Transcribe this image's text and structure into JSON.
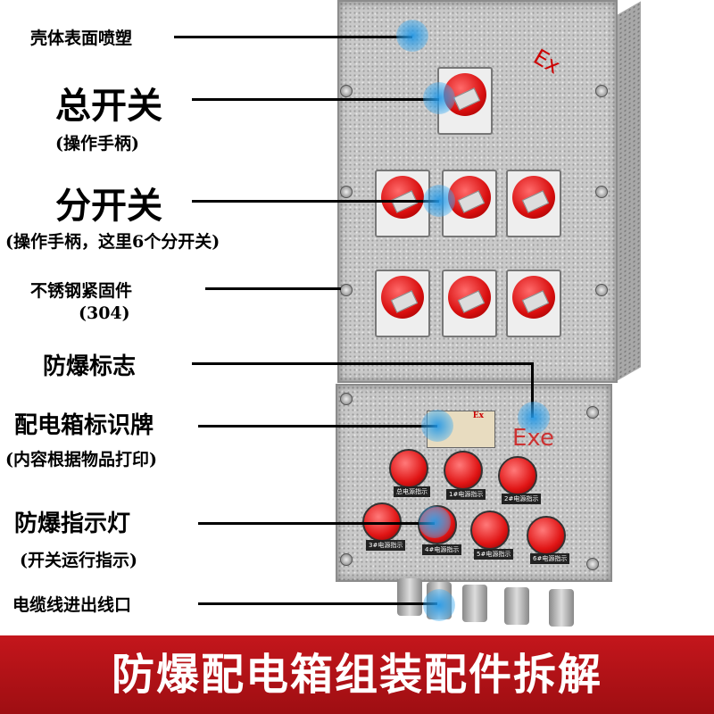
{
  "labels": {
    "shell": "壳体表面喷塑",
    "main_switch": "总开关",
    "main_switch_note": "(操作手柄)",
    "sub_switch": "分开关",
    "sub_switch_note": "(操作手柄，这里6个分开关)",
    "fasteners": "不锈钢紧固件",
    "fasteners_note": "(304)",
    "ex_mark": "防爆标志",
    "nameplate": "配电箱标识牌",
    "nameplate_note": "(内容根据物品打印)",
    "indicator": "防爆指示灯",
    "indicator_note": "(开关运行指示)",
    "cable": "电缆线进出线口"
  },
  "product": {
    "ex_top": "Ex",
    "ex_bottom": "Exe",
    "nameplate_ex": "Ex",
    "lamp_tags": [
      "总电源指示",
      "1#电源指示",
      "2#电源指示",
      "3#电源指示",
      "4#电源指示",
      "5#电源指示",
      "6#电源指示"
    ]
  },
  "banner": "防爆配电箱组装配件拆解",
  "colors": {
    "banner": "#c4161c",
    "accent_dot": "#1e96e6",
    "knob": "#e01515"
  }
}
